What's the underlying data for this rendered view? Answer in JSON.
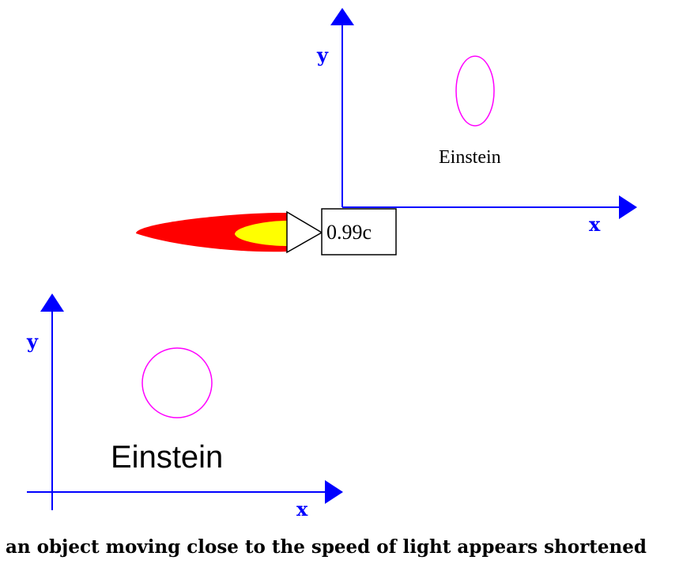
{
  "moving_frame": {
    "y_label": "y",
    "x_label": "x",
    "name": "Einstein",
    "speed_label": "0.99c"
  },
  "rest_frame": {
    "y_label": "y",
    "x_label": "x",
    "name": "Einstein"
  },
  "caption": "an object moving close to the speed of light appears shortened",
  "colors": {
    "axes": "#0000ff",
    "einstein_outline": "#ff00ff",
    "flame_outer": "#ff0000",
    "flame_inner": "#ffff00"
  }
}
